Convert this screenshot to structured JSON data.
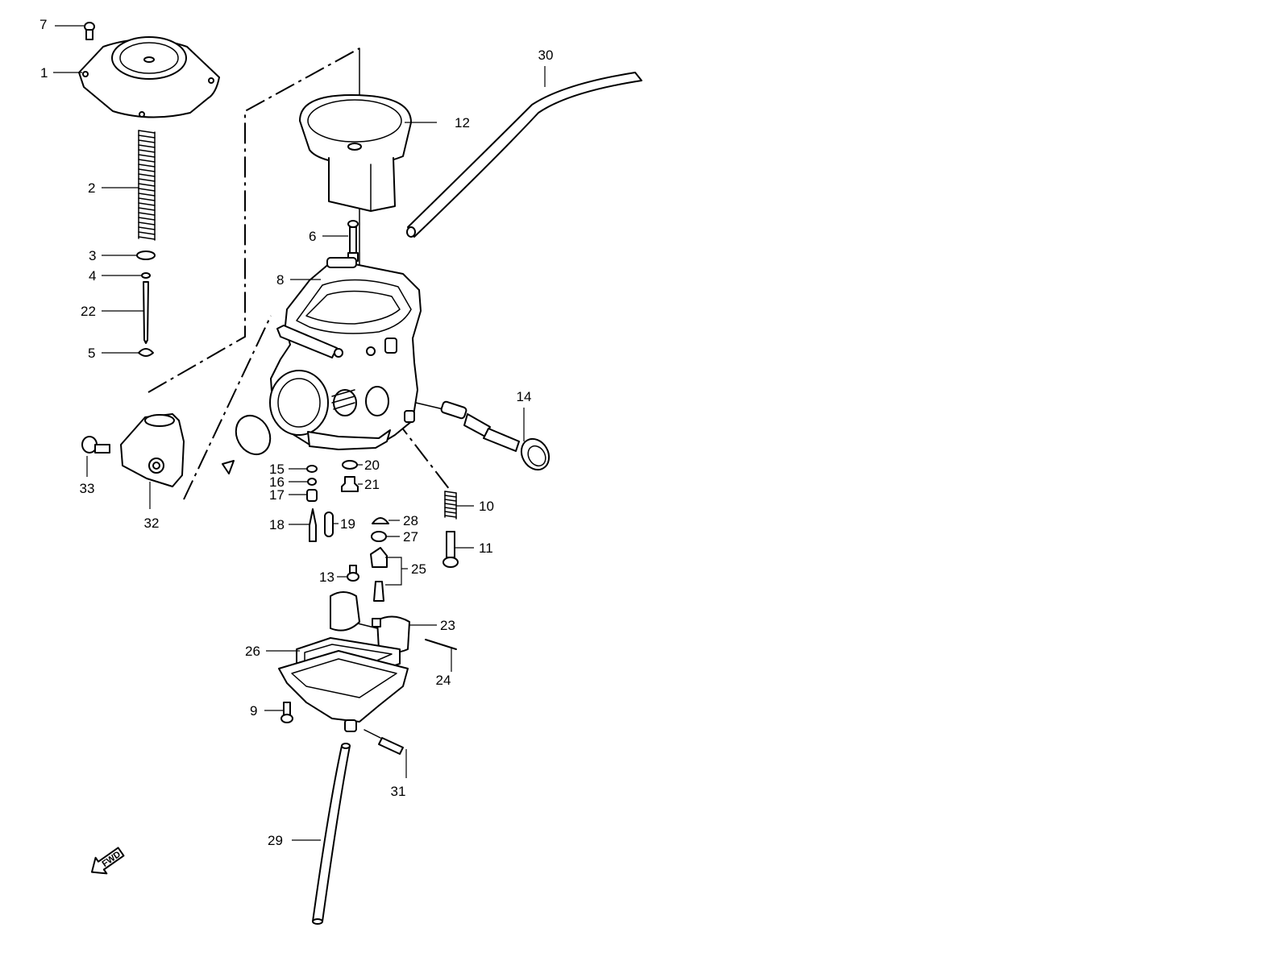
{
  "callouts": [
    {
      "id": "1",
      "text": "1"
    },
    {
      "id": "2",
      "text": "2"
    },
    {
      "id": "3",
      "text": "3"
    },
    {
      "id": "4",
      "text": "4"
    },
    {
      "id": "5",
      "text": "5"
    },
    {
      "id": "6",
      "text": "6"
    },
    {
      "id": "7",
      "text": "7"
    },
    {
      "id": "8",
      "text": "8"
    },
    {
      "id": "9",
      "text": "9"
    },
    {
      "id": "10",
      "text": "10"
    },
    {
      "id": "11",
      "text": "11"
    },
    {
      "id": "12",
      "text": "12"
    },
    {
      "id": "13",
      "text": "13"
    },
    {
      "id": "14",
      "text": "14"
    },
    {
      "id": "15",
      "text": "15"
    },
    {
      "id": "16",
      "text": "16"
    },
    {
      "id": "17",
      "text": "17"
    },
    {
      "id": "18",
      "text": "18"
    },
    {
      "id": "19",
      "text": "19"
    },
    {
      "id": "20",
      "text": "20"
    },
    {
      "id": "21",
      "text": "21"
    },
    {
      "id": "22",
      "text": "22"
    },
    {
      "id": "23",
      "text": "23"
    },
    {
      "id": "24",
      "text": "24"
    },
    {
      "id": "25",
      "text": "25"
    },
    {
      "id": "26",
      "text": "26"
    },
    {
      "id": "27",
      "text": "27"
    },
    {
      "id": "28",
      "text": "28"
    },
    {
      "id": "29",
      "text": "29"
    },
    {
      "id": "30",
      "text": "30"
    },
    {
      "id": "31",
      "text": "31"
    },
    {
      "id": "32",
      "text": "32"
    },
    {
      "id": "33",
      "text": "33"
    }
  ],
  "direction_arrow": {
    "label": "FWD",
    "icon": "fwd-arrow-icon"
  }
}
